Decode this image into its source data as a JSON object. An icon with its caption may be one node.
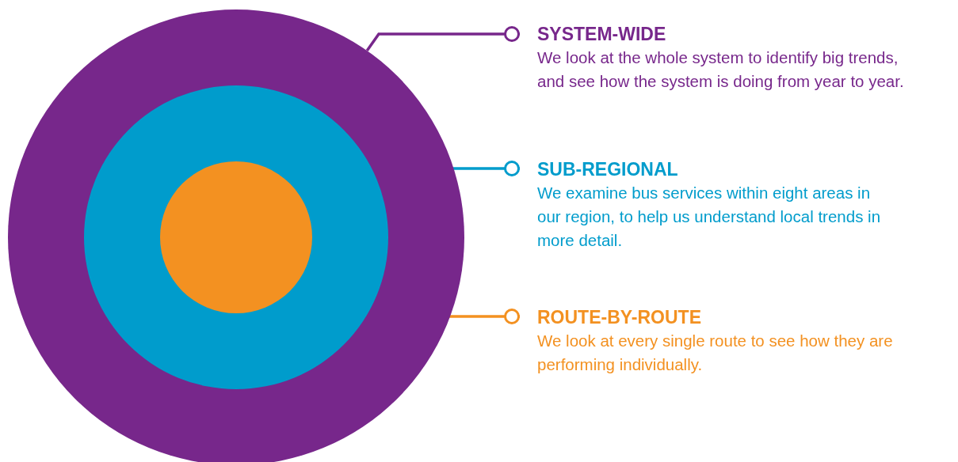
{
  "diagram": {
    "nodes": [
      {
        "text": [],
        "shape": "circle"
      },
      {
        "text": [],
        "shape": "circle",
        "in": 0
      },
      {
        "text": [],
        "shape": "circle",
        "in": 1
      },
      {
        "text": [
          "SYSTEM-WIDE",
          "We look at the whole system to identify big trends, and see how the system is doing from year to year."
        ]
      },
      {
        "text": [
          "SUB-REGIONAL",
          "We examine bus services within eight areas in our region, to help us understand local trends in more detail."
        ]
      },
      {
        "text": [
          "ROUTE-BY-ROUTE",
          "We look at every single route to see how they are performing individually."
        ]
      }
    ],
    "edges": [
      {
        "from": 3,
        "to": 0,
        "arrow": "other",
        "color": "#77278b"
      },
      {
        "from": 4,
        "to": 1,
        "arrow": "other",
        "color": "#009ccc"
      },
      {
        "from": 5,
        "to": 2,
        "arrow": "other",
        "color": "#f39121"
      }
    ]
  }
}
